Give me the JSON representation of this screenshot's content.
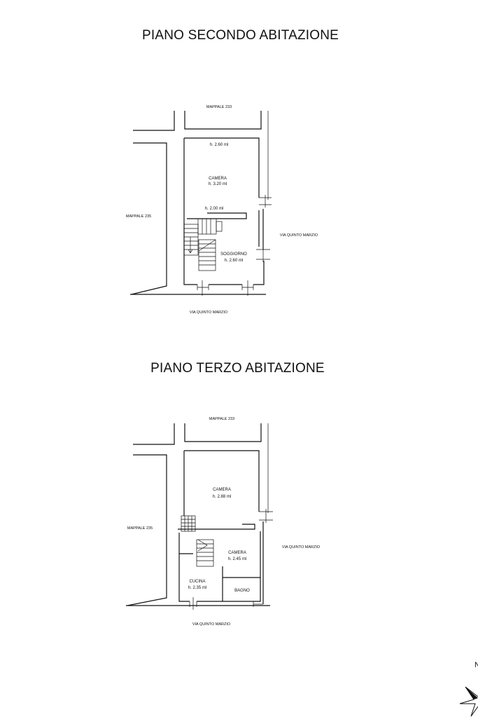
{
  "floor2": {
    "title": "PIANO SECONDO ABITAZIONE",
    "mappale_top": "MAPPALE 233",
    "mappale_left": "MAPPALE 235",
    "street_right": "VIA QUINTO MARZIO",
    "street_bottom": "VIA QUINTO MARZIO",
    "h_top": "h. 2.60 ml",
    "camera_name": "CAMERA",
    "camera_h": "h. 3.20 ml",
    "h_mid": "h. 2.00 ml",
    "soggiorno_name": "SOGGIORNO",
    "soggiorno_h": "h. 2.60 ml"
  },
  "floor3": {
    "title": "PIANO TERZO ABITAZIONE",
    "mappale_top": "MAPPALE 233",
    "mappale_left": "MAPPALE 235",
    "street_right": "VIA QUINTO MARZIO",
    "street_bottom": "VIA QUINTO MARZIO",
    "camera1_name": "CAMERA",
    "camera1_h": "h. 2.88 ml",
    "camera2_name": "CAMERA",
    "camera2_h": "h. 2.45 ml",
    "cucina_name": "CUCINA",
    "cucina_h": "h. 2.35 ml",
    "bagno_name": "BAGNO"
  },
  "compass": {
    "letter": "N"
  }
}
